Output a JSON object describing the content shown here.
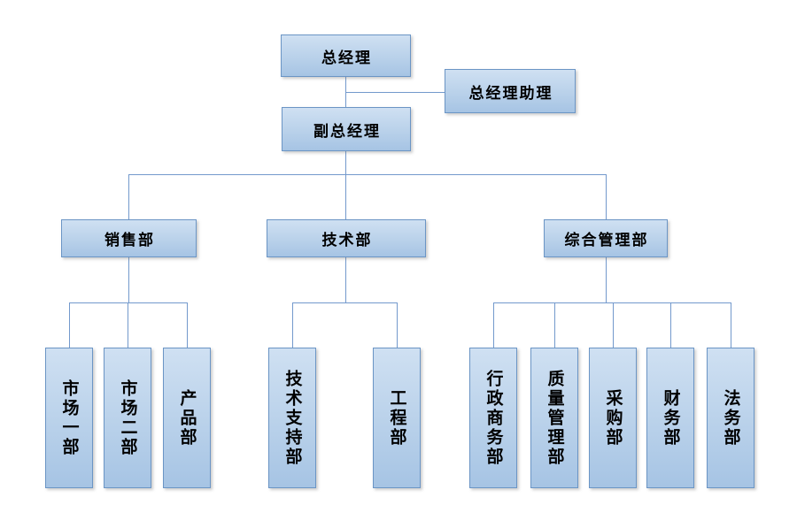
{
  "colors": {
    "background": "#ffffff",
    "box_border": "#6b95c5",
    "box_fill_top": "#cfe0f2",
    "box_fill_mid": "#b9d1ea",
    "box_fill_bottom": "#a6c4e4",
    "connector": "#7399cc",
    "text": "#000000"
  },
  "org": {
    "general_manager": "总经理",
    "gm_assistant": "总经理助理",
    "deputy_general_manager": "副总经理",
    "departments": [
      {
        "name": "销售部",
        "children": [
          "市场一部",
          "市场二部",
          "产品部"
        ]
      },
      {
        "name": "技术部",
        "children": [
          "技术支持部",
          "工程部"
        ]
      },
      {
        "name": "综合管理部",
        "children": [
          "行政商务部",
          "质量管理部",
          "采购部",
          "财务部",
          "法务部"
        ]
      }
    ]
  }
}
